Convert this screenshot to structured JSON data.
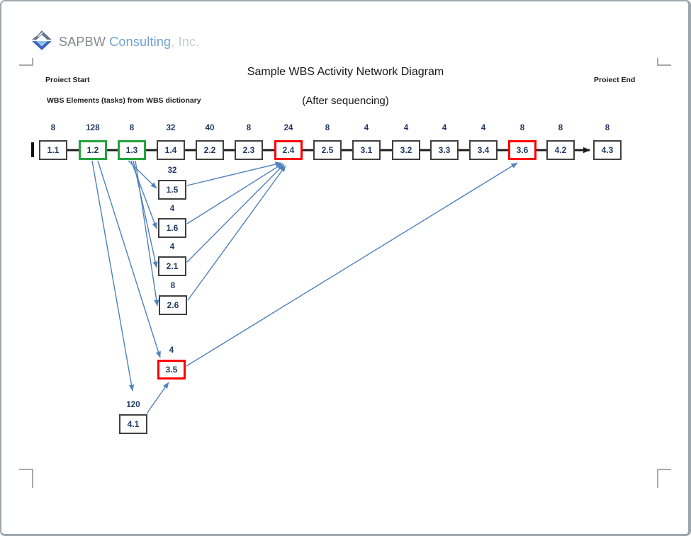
{
  "logo": {
    "brand": "SAPBW",
    "brand_highlight": "Consulting",
    "brand_suffix": ", Inc."
  },
  "header": {
    "title": "Sample WBS Activity Network Diagram",
    "subtitle": "(After sequencing)",
    "project_start": "Proiect Start",
    "project_end": "Proiect End",
    "wbs_note": "WBS Elements (tasks) from WBS dictionary"
  },
  "colors": {
    "node_border": "#404040",
    "critical_red": "#fe0000",
    "sequenced_green": "#22a43c",
    "arrow_blue": "#4f81bd",
    "number_navy": "#1f3864",
    "chain_black": "#1c1c1c"
  },
  "diagram": {
    "chain_nodes": [
      {
        "id": "1.1",
        "duration": "8",
        "style": "normal"
      },
      {
        "id": "1.2",
        "duration": "128",
        "style": "green"
      },
      {
        "id": "1.3",
        "duration": "8",
        "style": "green"
      },
      {
        "id": "1.4",
        "duration": "32",
        "style": "normal"
      },
      {
        "id": "2.2",
        "duration": "40",
        "style": "normal"
      },
      {
        "id": "2.3",
        "duration": "8",
        "style": "normal"
      },
      {
        "id": "2.4",
        "duration": "24",
        "style": "red"
      },
      {
        "id": "2.5",
        "duration": "8",
        "style": "normal"
      },
      {
        "id": "3.1",
        "duration": "4",
        "style": "normal"
      },
      {
        "id": "3.2",
        "duration": "4",
        "style": "normal"
      },
      {
        "id": "3.3",
        "duration": "4",
        "style": "normal"
      },
      {
        "id": "3.4",
        "duration": "4",
        "style": "normal"
      },
      {
        "id": "3.6",
        "duration": "8",
        "style": "red"
      },
      {
        "id": "4.2",
        "duration": "8",
        "style": "normal"
      },
      {
        "id": "4.3",
        "duration": "8",
        "style": "normal"
      }
    ],
    "side_nodes": [
      {
        "id": "1.5",
        "duration": "32",
        "style": "normal"
      },
      {
        "id": "1.6",
        "duration": "4",
        "style": "normal"
      },
      {
        "id": "2.1",
        "duration": "4",
        "style": "normal"
      },
      {
        "id": "2.6",
        "duration": "8",
        "style": "normal"
      },
      {
        "id": "3.5",
        "duration": "4",
        "style": "red"
      },
      {
        "id": "4.1",
        "duration": "120",
        "style": "normal"
      }
    ],
    "dependency_edges": [
      {
        "from": "1.2",
        "to": "4.1"
      },
      {
        "from": "1.2",
        "to": "3.5"
      },
      {
        "from": "1.3",
        "to": "1.5"
      },
      {
        "from": "1.3",
        "to": "1.6"
      },
      {
        "from": "1.3",
        "to": "2.1"
      },
      {
        "from": "1.3",
        "to": "2.6"
      },
      {
        "from": "1.5",
        "to": "2.4"
      },
      {
        "from": "1.6",
        "to": "2.4"
      },
      {
        "from": "2.1",
        "to": "2.4"
      },
      {
        "from": "2.6",
        "to": "2.4"
      },
      {
        "from": "4.1",
        "to": "3.5"
      },
      {
        "from": "3.5",
        "to": "3.6"
      }
    ]
  }
}
